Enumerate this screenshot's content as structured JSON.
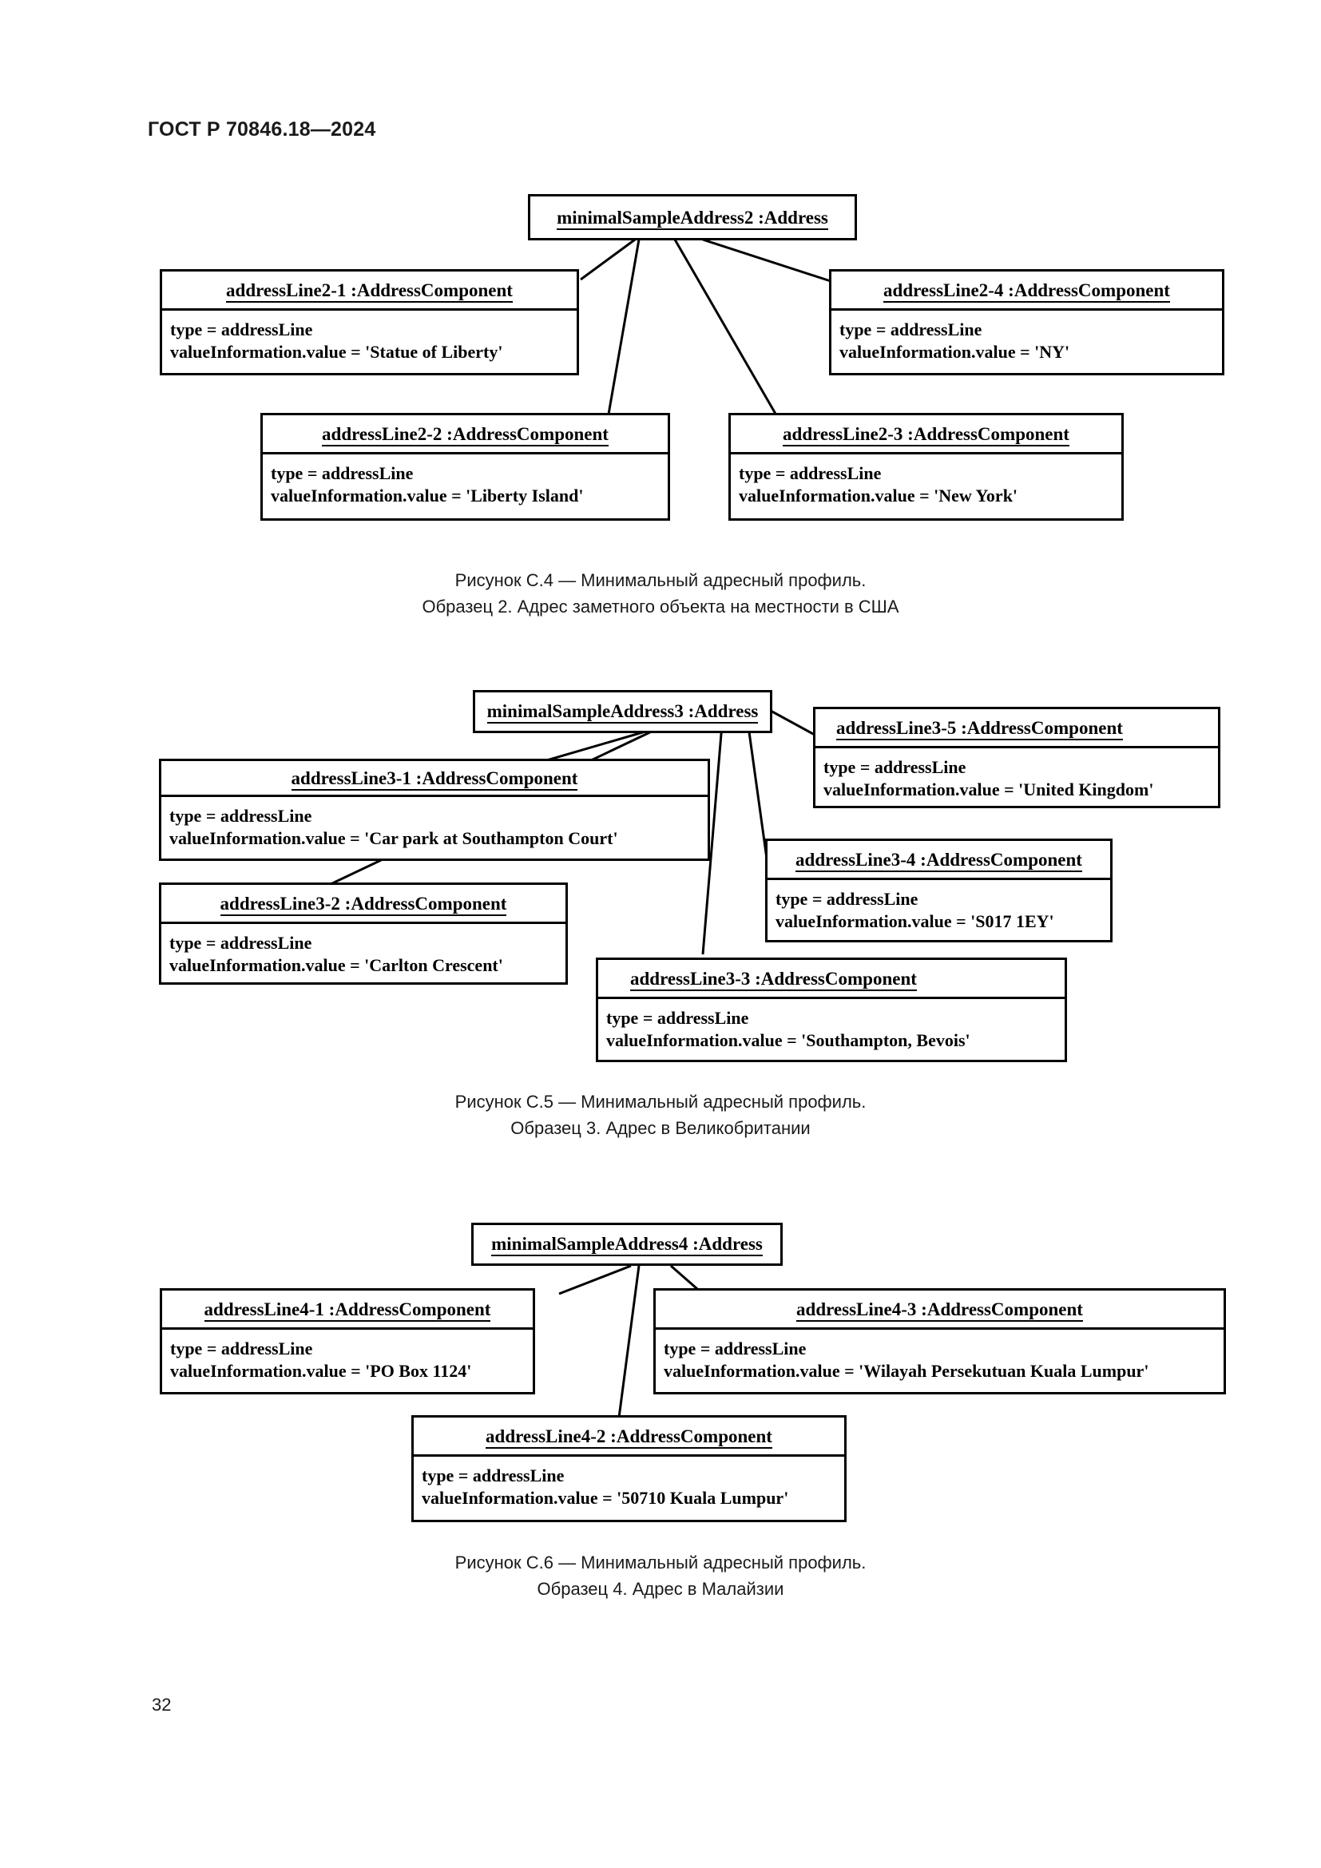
{
  "document": {
    "header": "ГОСТ Р 70846.18—2024",
    "page_number": "32"
  },
  "figures": [
    {
      "id": "figure-c4",
      "caption_lines": [
        "Рисунок C.4 — Минимальный адресный профиль.",
        "Образец 2. Адрес заметного объекта на местности в США"
      ],
      "root": {
        "title": "minimalSampleAddress2 :Address"
      },
      "nodes": [
        {
          "title": "addressLine2-1 :AddressComponent",
          "attributes": [
            "type = addressLine",
            "valueInformation.value = 'Statue of  Liberty'"
          ]
        },
        {
          "title": "addressLine2-4 :AddressComponent",
          "attributes": [
            "type = addressLine",
            "valueInformation.value = 'NY'"
          ]
        },
        {
          "title": "addressLine2-2 :AddressComponent",
          "attributes": [
            "type = addressLine",
            "valueInformation.value = 'Liberty Island'"
          ]
        },
        {
          "title": "addressLine2-3 :AddressComponent",
          "attributes": [
            "type = addressLine",
            "valueInformation.value = 'New York'"
          ]
        }
      ]
    },
    {
      "id": "figure-c5",
      "caption_lines": [
        "Рисунок C.5 — Минимальный адресный профиль.",
        "Образец 3. Адрес в Великобритании"
      ],
      "root": {
        "title": "minimalSampleAddress3 :Address"
      },
      "nodes": [
        {
          "title": "addressLine3-5 :AddressComponent",
          "attributes": [
            "type = addressLine",
            "valueInformation.value = 'United Kingdom'"
          ]
        },
        {
          "title": "addressLine3-1 :AddressComponent",
          "attributes": [
            "type = addressLine",
            "valueInformation.value = 'Car park at Southampton Court'"
          ]
        },
        {
          "title": "addressLine3-4 :AddressComponent",
          "attributes": [
            "type = addressLine",
            "valueInformation.value = 'S017 1EY'"
          ]
        },
        {
          "title": "addressLine3-2 :AddressComponent",
          "attributes": [
            "type = addressLine",
            "valueInformation.value = 'Carlton Crescent'"
          ]
        },
        {
          "title": "addressLine3-3 :AddressComponent",
          "attributes": [
            "type = addressLine",
            "valueInformation.value = 'Southampton, Bevois'"
          ]
        }
      ]
    },
    {
      "id": "figure-c6",
      "caption_lines": [
        "Рисунок C.6 — Минимальный адресный профиль.",
        "Образец 4. Адрес в Малайзии"
      ],
      "root": {
        "title": "minimalSampleAddress4 :Address"
      },
      "nodes": [
        {
          "title": "addressLine4-1 :AddressComponent",
          "attributes": [
            "type = addressLine",
            "valueInformation.value = 'PO Box 1124'"
          ]
        },
        {
          "title": "addressLine4-3 :AddressComponent",
          "attributes": [
            "type = addressLine",
            "valueInformation.value = 'Wilayah Persekutuan Kuala Lumpur'"
          ]
        },
        {
          "title": "addressLine4-2 :AddressComponent",
          "attributes": [
            "type = addressLine",
            "valueInformation.value = '50710 Kuala Lumpur'"
          ]
        }
      ]
    }
  ],
  "colors": {
    "ink": "#000000",
    "text": "#1a1a1a",
    "paper": "#ffffff"
  }
}
